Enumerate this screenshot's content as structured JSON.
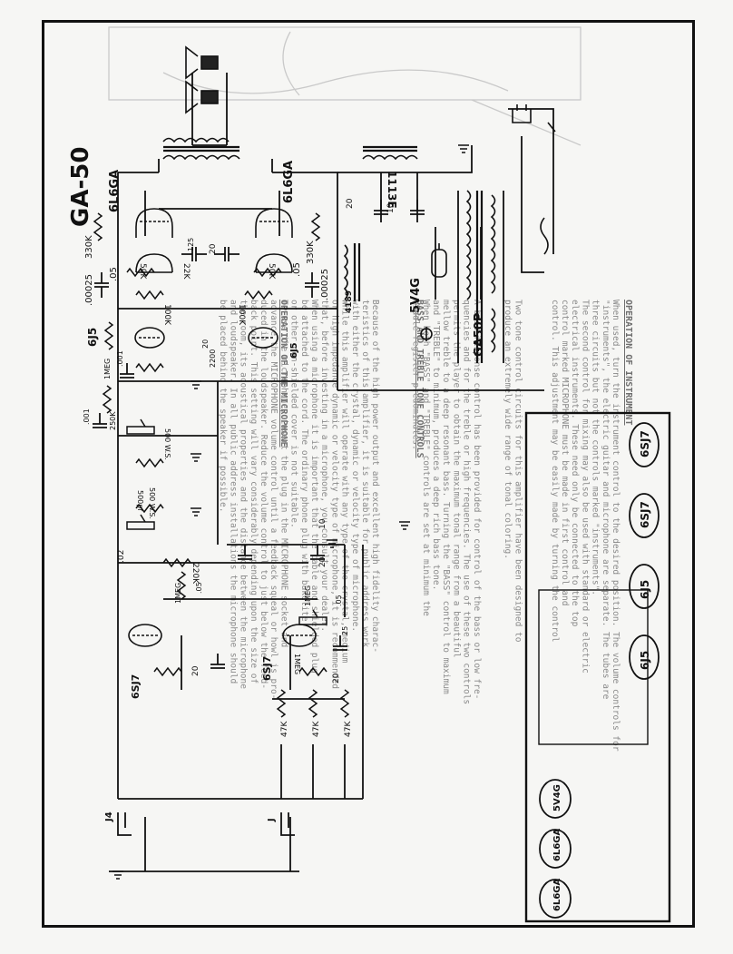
{
  "title": "GA-50",
  "tubes": {
    "output_left": "6L6GA",
    "output_right": "6L6GA",
    "rectifier": "5V4G",
    "phase_inverter_left": "6J5",
    "phase_inverter_right": "6J5",
    "preamp_left": "6SJ7",
    "preamp_right": "6SJ7"
  },
  "transformers": {
    "output": "1113E",
    "power": "GA50P",
    "choke": "4189"
  },
  "components": {
    "r_330k_left": "330K",
    "r_330k_right": "330K",
    "c_00025_left": ".00025",
    "c_05_left": ".05",
    "c_00025_right": ".00025",
    "c_05_right": ".05",
    "r_100k_left": "100K",
    "r_100k_right": "100K",
    "r_50k_left": "50K",
    "r_50k_right": "50K",
    "r_22k": "22K",
    "c_125": "125",
    "c_20_bias": "20",
    "r_20_bias": "20",
    "c_2200": "2200",
    "r_1meg_a": "1MEG",
    "c_001_a": ".001",
    "r_250k": "250K",
    "c_001_b": ".001",
    "pot_bass": "500 W.S.",
    "pot_treble": "500 W.S.",
    "c_500pf": "500pf",
    "c_02": ".02",
    "r_220k": "220K",
    "r_1meg_b": "1MEG",
    "c_05_pre": ".05",
    "c_20_pre_left": "20",
    "c_20_filter_a": "20",
    "c_10_filter_a": "10",
    "c_20_filter_b": "20",
    "c_10_filter_b": "10",
    "c_20_pre_right": "20",
    "c_25": "25",
    "c_05_pre_right": ".05",
    "r_1meg_c": "1MEG",
    "pot_volume": "1MEG",
    "r_47k_a": "47K",
    "r_47k_b": "47K",
    "r_47k_c": "47K",
    "jack_j1": "J",
    "jack_j4": "J4"
  },
  "layout_panel": {
    "tube_row": [
      "6SJ7",
      "6SJ7",
      "6J5",
      "6J5"
    ],
    "bottom_tubes": [
      "5V4G",
      "6L6GA",
      "6L6GA"
    ]
  },
  "instructions": {
    "heading_operation": "OPERATION OF INSTRUMENT",
    "heading_bass": "BASS AND TREBLE TONE CONTROLS",
    "heading_mic": "OPERATION OF THE MICROPHONE",
    "lines": [
      "When used, turn the instrument control to the desired position. The volume controls for",
      "\"instruments\", the electric guitar and microphone are separate. The tubes are",
      "three circuits but not the controls marked \"instruments\".",
      "The second control for mixing may also be used with standard or electric",
      "electrical instruments. These need only be connected to the top",
      "control marked MICROPHONE must be made in first control and",
      "control. This adjustment may be easily made by turning the control",
      "",
      "Two tone control circuits for this amplifier have been designed to",
      "produce an extremely wide range of tonal coloring.",
      "",
      "A bass response control has been provided for control of the bass or low fre-",
      "quencies and for the treble or high frequencies. The use of these two controls",
      "permits the player to obtain the maximum tonal range from a beautiful",
      "mellow treble to a deep resonant bass. Turning the \"BASS\" control to maximum",
      "and \"TREBLE\" to minimum, produces a deep rich bass tone.",
      "When both \"BASS\" and \"TREBLE\" controls are set at minimum the",
      "middle register predominates.",
      "",
      "Because of the high power output and excellent high fidelity charac-",
      "teristics of this amplifier, it is suitable for public address work",
      "with either the crystal, dynamic or velocity type of microphone.",
      "While this amplifier will operate with any type of the crystal, medium",
      "or high impedance dynamic or velocity type of microphone, it is recommended",
      "that, before investing in a microphone, you consult your dealer.",
      "When using a microphone it is important that the cable and shielded plug",
      "be attached to the cord. The ordinary phone plug with bakelite",
      "or other non-shielded cover is not suitable.",
      "To use the microphone, insert the plug in the MICROPHONE socket and",
      "advance the MICROPHONE volume control until a feedback squeal or howl is pro-",
      "duced in the loudspeaker. Reduce the volume control to just below the feed-",
      "back point. This setting will vary considerably depending upon the size of",
      "the room, its acoustical properties and the distance between the microphone",
      "and loudspeaker. In all public address installations the microphone should",
      "be placed behind the speaker if possible."
    ]
  }
}
